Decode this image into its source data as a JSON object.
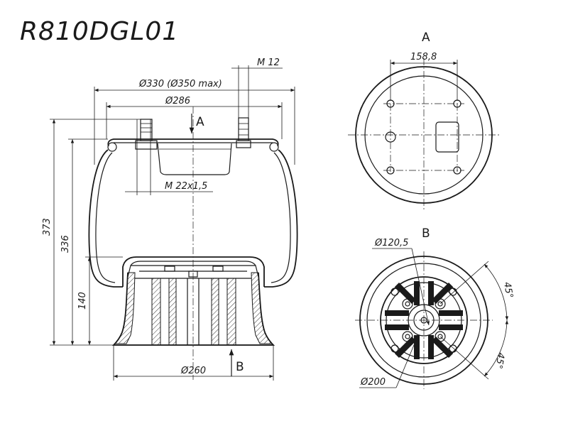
{
  "title": "R810DGL01",
  "labels": {
    "view_a_marker": "A",
    "view_b_marker": "B",
    "view_a_title": "A",
    "view_b_title": "B"
  },
  "dimensions": {
    "thread_top": "M 12",
    "outer_diameter": "Ø330 (Ø350 max)",
    "top_plate_diameter": "Ø286",
    "thread_air": "M 22x1,5",
    "height_373": "373",
    "height_336": "336",
    "height_140": "140",
    "piston_diameter": "Ø260",
    "bolt_spacing": "158,8",
    "piston_hole_circle": "Ø120,5",
    "piston_outer_circle": "Ø200",
    "angle_1": "45°",
    "angle_2": "45°"
  }
}
